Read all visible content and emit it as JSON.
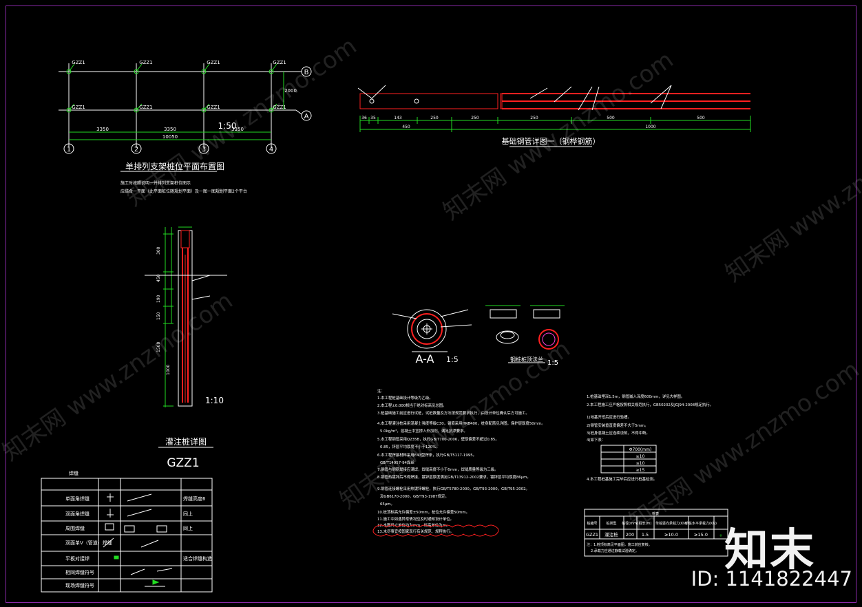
{
  "plan": {
    "title": "单排列支架桩位平面布置图",
    "scale": "1:50",
    "axes_num": [
      "1",
      "2",
      "3",
      "4"
    ],
    "axes_letter": [
      "B",
      "A"
    ],
    "dims": [
      "3350",
      "3350",
      "3350"
    ],
    "total_dim": "10050",
    "side_dim": "2000",
    "pile_label": "GZZ1",
    "note_line1": "施工时按照说明一并排列支架桩位图示",
    "note_line2": "应结合一平面（此平面桩位随规划平面）及一图一图规划平面2个平台"
  },
  "steel": {
    "title": "基础钢管详图一（钢桦钢筋）",
    "dims": [
      "36",
      "35",
      "143",
      "250",
      "250",
      "250",
      "500",
      "500"
    ],
    "sub_dims": [
      "450",
      "1000"
    ]
  },
  "pile": {
    "title": "灌注桩详图",
    "code": "GZZ1",
    "scale": "1:10",
    "dims": [
      "300",
      "450",
      "190",
      "150",
      "1000",
      "1500"
    ]
  },
  "section": {
    "label": "A-A",
    "scale": "1:5",
    "flange_title": "钢桩桩顶法兰",
    "flange_scale": "1:5"
  },
  "weld_table": {
    "title": "焊缝",
    "rows": [
      "单面角焊缝",
      "双面角焊缝",
      "周围焊缝",
      "双面单V（管道）焊缝",
      "平板对接焊",
      "相同焊缝符号",
      "现场焊缝符号"
    ],
    "right_col": [
      "焊缝高度6",
      "同上",
      "同上",
      "",
      "适合焊缝构造"
    ]
  },
  "notes": {
    "header": "注：",
    "items": [
      "1.本工程桩基础设计等级为乙级。",
      "2.本工程±0.000相当于绝对标高见总图。",
      "3.桩基础施工前应进行试桩，试桩数量及方法按规范要求执行，由设计单位确认后方可施工。",
      "4.本工程灌注桩采用混凝土强度等级C30，钢筋采用HRB400，桩身配筋见详图，保护层厚度50mm。",
      "5.0kg/m³，混凝土中宜掺入外加剂，满足抗渗要求。",
      "5.本工程钢管采用Q235B，执行GB/T700-2006，壁厚偏差不超过0.85。",
      "0.85，锌层平均厚度不小于120%。",
      "6.本工程焊接材料采用E43型焊条，执行GB/T5117-1995。",
      "GB/T14957-94焊丝",
      "7.钢管与钢筋焊接应满焊，焊缝高度不小于6mm，焊缝质量等级为三级。",
      "8.钢管热镀锌后不得焊接，镀锌层厚度满足GB/T13912-2002要求，镀锌层平均厚度86μm。",
      "9.钢管连接螺栓采用热镀锌螺栓，执行GB/T5780-2000，GB/T93-2000，GB/T95-2002。",
      "及GB6170-2000，GB/T93-1987规定。",
      "65μm。",
      "10.桩顶标高允许偏差±50mm，桩位允许偏差50mm。",
      "11.施工中如遇异常情况应及时通知设计单位。",
      "12.本图尺寸单位均为mm，标高单位为m。",
      "13.未尽事宜按国家现行有关规范、规程执行。"
    ]
  },
  "right_notes": {
    "items": [
      "1.桩基础埋深1.5m，钢管嵌入深度600mm，详见大样图。",
      "2.本工程施工应严格按照相关规范执行，GB50202及JGJ94-2008规定执行。",
      "1)地基开挖后应进行验槽。",
      "2)钢管安装垂直度偏差不大于5mm。",
      "3)桩身混凝土应连续浇筑，不得中断。",
      "4)如下表：",
      "4.本工程桩基施工完毕后应进行桩基检测。"
    ],
    "mini_table": [
      "Φ700(mm)",
      "≥10",
      "≤10",
      "≥15"
    ]
  },
  "pile_table": {
    "title": "桩表",
    "headers": [
      "桩编号",
      "桩类型",
      "桩径(mm)",
      "桩长(m)",
      "单桩竖向承载力(KN)",
      "单桩水平承载力(KN)",
      ""
    ],
    "row": [
      "GZZ1",
      "灌注桩",
      "200",
      "1.5",
      "≥10.0",
      "≥15.0",
      "+"
    ],
    "foot1": "注：1.桩顶标高见平面图，施工前应复核。",
    "foot2": "2.承载力应通过静载试验确定。"
  },
  "watermark": {
    "brand": "知末",
    "id": "ID: 1141822447",
    "texts": [
      "知末网 www.znzmo.com"
    ]
  },
  "colors": {
    "frame": "#8a2aa8",
    "dim_green": "#22dd22",
    "red": "#ff2020",
    "cyan": "#19d7e0",
    "white": "#ffffff",
    "magenta": "#ff3fd8",
    "yellow": "#ffe01a"
  }
}
